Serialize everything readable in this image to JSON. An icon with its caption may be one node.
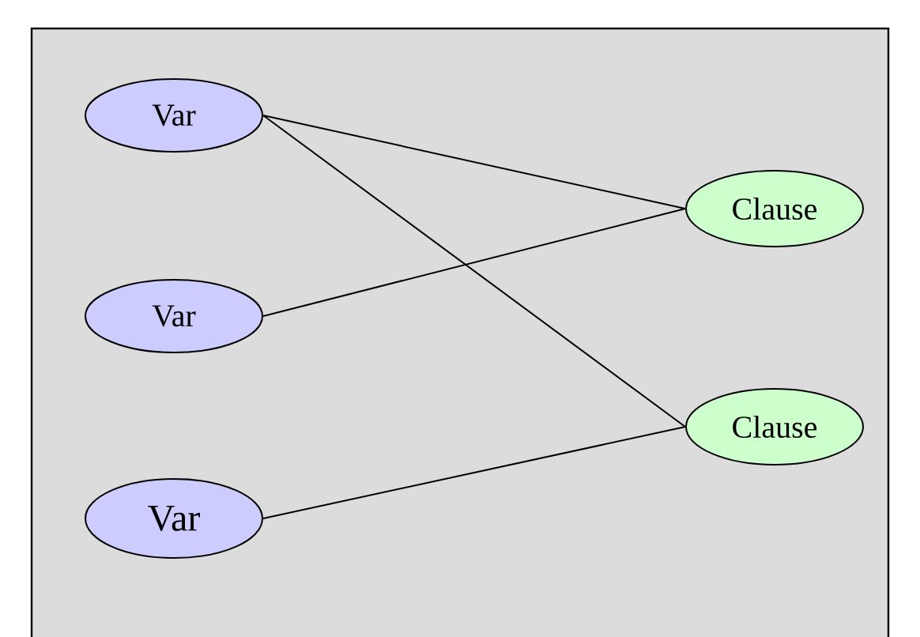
{
  "diagram": {
    "nodes": [
      {
        "text": [
          "Var"
        ]
      },
      {
        "text": [
          "Var"
        ]
      },
      {
        "text": [
          "Var"
        ]
      },
      {
        "text": [
          "Clause"
        ]
      },
      {
        "text": [
          "Clause"
        ]
      }
    ],
    "edges": [
      {
        "from": 0,
        "to": 3,
        "arrow": "none"
      },
      {
        "from": 0,
        "to": 4,
        "arrow": "none"
      },
      {
        "from": 1,
        "to": 3,
        "arrow": "none"
      },
      {
        "from": 2,
        "to": 4,
        "arrow": "none"
      }
    ]
  }
}
